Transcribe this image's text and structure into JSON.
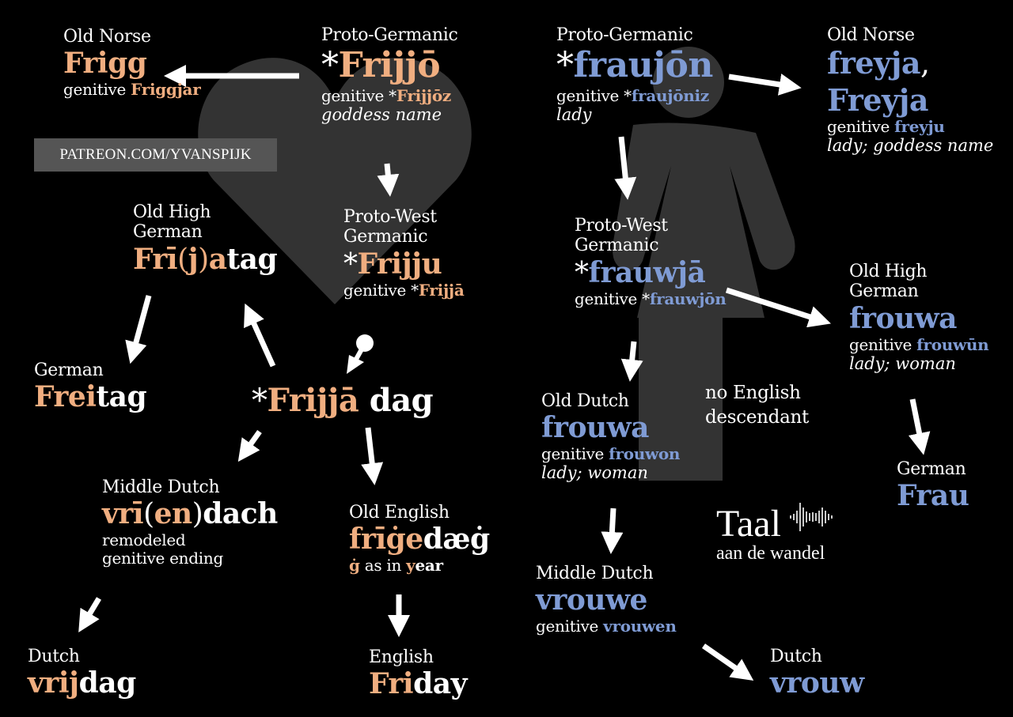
{
  "colors": {
    "frijjo_accent": "#f0ae80",
    "fraujon_accent": "#7f9bd4",
    "silhouette": "#333333",
    "background": "#000000"
  },
  "background_icons": [
    "heart-icon",
    "woman-figure-icon"
  ],
  "watermark": "PATREON.COM/YVANSPIJK",
  "logo": {
    "title": "Taal",
    "subtitle": "aan de wandel",
    "icon": "soundwave-icon"
  },
  "left_tree": {
    "old_norse": {
      "label": "Old Norse",
      "word": "Frigg",
      "gen_prefix": "genitive ",
      "genitive": "Friggjar"
    },
    "proto_germanic": {
      "label": "Proto-Germanic",
      "star": "*",
      "word": "Frijjō",
      "gen_prefix": "genitive ",
      "gen_star": "*",
      "genitive": "Frijjōz",
      "gloss": "goddess name"
    },
    "proto_west_germanic": {
      "label1": "Proto-West",
      "label2": "Germanic",
      "star": "*",
      "word": "Frijju",
      "gen_prefix": "genitive ",
      "gen_star": "*",
      "genitive": "Frijjā"
    },
    "compound": {
      "star": "*",
      "word_accent": "Frijjā",
      "word_rest": " dag"
    },
    "old_high_german": {
      "label1": "Old High",
      "label2": "German",
      "w1": "Frī",
      "w2": "(",
      "w3": "j",
      "w4": ")",
      "w5": "a",
      "w6": "tag"
    },
    "german": {
      "label": "German",
      "w_accent": "Frei",
      "w_rest": "tag"
    },
    "middle_dutch": {
      "label": "Middle Dutch",
      "w1": "vrī",
      "w2": "(",
      "w3": "en",
      "w4": ")",
      "w5": "dach",
      "note1": "remodeled",
      "note2": "genitive ending"
    },
    "old_english": {
      "label": "Old English",
      "w_accent": "frīġe",
      "w_rest": "dæġ",
      "note_g": "ġ",
      "note_mid": " as in ",
      "note_y": "y",
      "note_rest": "ear"
    },
    "dutch": {
      "label": "Dutch",
      "w_accent": "vrij",
      "w_rest": "dag"
    },
    "english": {
      "label": "English",
      "w_accent": "Fri",
      "w_rest": "day"
    }
  },
  "right_tree": {
    "proto_germanic": {
      "label": "Proto-Germanic",
      "star": "*",
      "word": "fraujōn",
      "gen_prefix": "genitive ",
      "gen_star": "*",
      "genitive": "fraujōniz",
      "gloss": "lady"
    },
    "old_norse": {
      "label": "Old Norse",
      "word1": "freyja",
      "comma": ",",
      "word2": "Freyja",
      "gen_prefix": "genitive ",
      "genitive": "freyju",
      "gloss": "lady; goddess name"
    },
    "proto_west_germanic": {
      "label1": "Proto-West",
      "label2": "Germanic",
      "star": "*",
      "word": "frauwjā",
      "gen_prefix": "genitive ",
      "gen_star": "*",
      "genitive": "frauwjōn"
    },
    "old_high_german": {
      "label1": "Old High",
      "label2": "German",
      "word": "frouwa",
      "gen_prefix": "genitive ",
      "genitive": "frouwūn",
      "gloss": "lady; woman"
    },
    "old_dutch": {
      "label": "Old Dutch",
      "word": "frouwa",
      "gen_prefix": "genitive ",
      "genitive": "frouwon",
      "gloss": "lady; woman"
    },
    "no_english": {
      "line1": "no English",
      "line2": "descendant"
    },
    "german": {
      "label": "German",
      "word": "Frau"
    },
    "middle_dutch": {
      "label": "Middle Dutch",
      "word": "vrouwe",
      "gen_prefix": "genitive ",
      "genitive": "vrouwen"
    },
    "dutch": {
      "label": "Dutch",
      "word": "vrouw"
    }
  }
}
